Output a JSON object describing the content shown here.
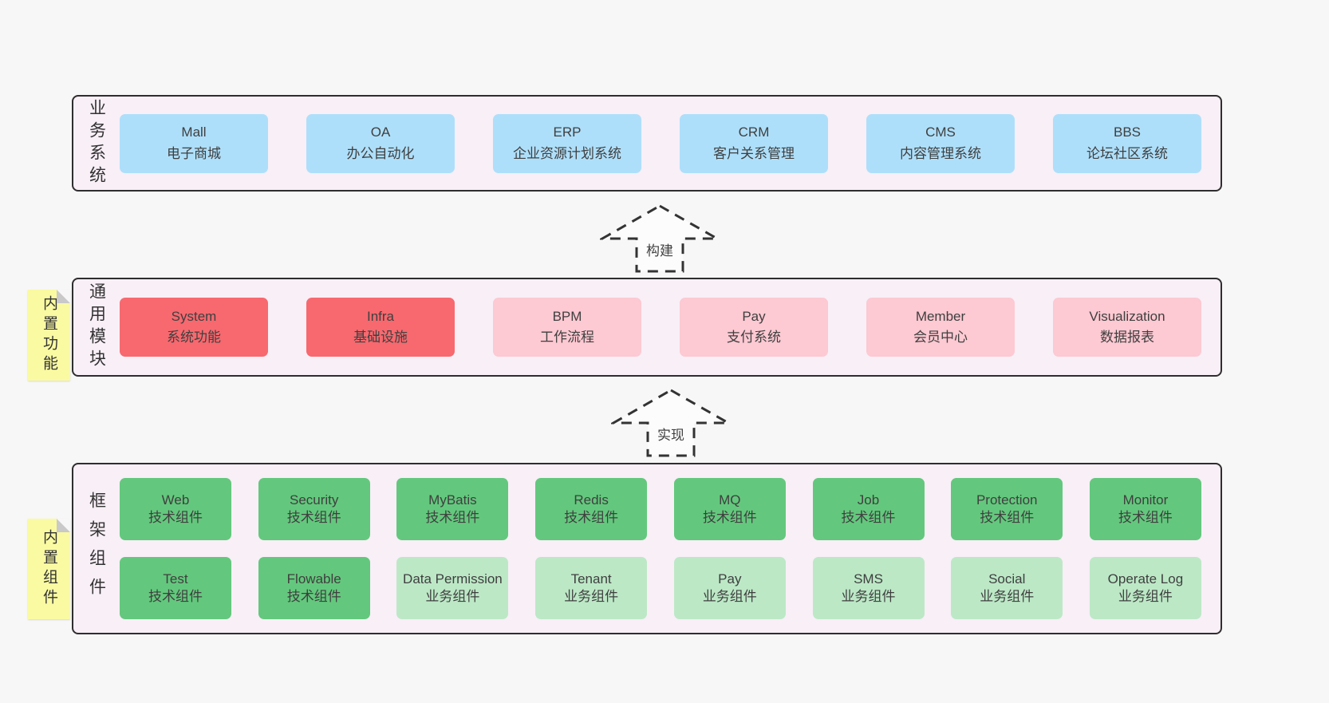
{
  "colors": {
    "page_bg": "#f7f7f7",
    "band_bg": "#f8eff7",
    "band_border": "#2e2e2e",
    "blue_box": "#aedffa",
    "red_box": "#f7696f",
    "pink_box": "#fdc9d2",
    "green_box": "#63c87d",
    "light_green_box": "#bce8c6",
    "sticky_yellow": "#fafaa2",
    "sticky_fold_gray": "#c9c9c9",
    "text": "#3f3f3f"
  },
  "arrows": [
    {
      "label": "构建"
    },
    {
      "label": "实现"
    }
  ],
  "stickies": [
    {
      "label": "内置功能"
    },
    {
      "label": "内置组件"
    }
  ],
  "bands": [
    {
      "label": "业务系统",
      "boxes": [
        {
          "en": "Mall",
          "zh": "电子商城"
        },
        {
          "en": "OA",
          "zh": "办公自动化"
        },
        {
          "en": "ERP",
          "zh": "企业资源计划系统"
        },
        {
          "en": "CRM",
          "zh": "客户关系管理"
        },
        {
          "en": "CMS",
          "zh": "内容管理系统"
        },
        {
          "en": "BBS",
          "zh": "论坛社区系统"
        }
      ]
    },
    {
      "label": "通用模块",
      "boxes": [
        {
          "en": "System",
          "zh": "系统功能"
        },
        {
          "en": "Infra",
          "zh": "基础设施"
        },
        {
          "en": "BPM",
          "zh": "工作流程"
        },
        {
          "en": "Pay",
          "zh": "支付系统"
        },
        {
          "en": "Member",
          "zh": "会员中心"
        },
        {
          "en": "Visualization",
          "zh": "数据报表"
        }
      ]
    },
    {
      "label": "框架组件",
      "rows": [
        [
          {
            "en": "Web",
            "zh": "技术组件"
          },
          {
            "en": "Security",
            "zh": "技术组件"
          },
          {
            "en": "MyBatis",
            "zh": "技术组件"
          },
          {
            "en": "Redis",
            "zh": "技术组件"
          },
          {
            "en": "MQ",
            "zh": "技术组件"
          },
          {
            "en": "Job",
            "zh": "技术组件"
          },
          {
            "en": "Protection",
            "zh": "技术组件"
          },
          {
            "en": "Monitor",
            "zh": "技术组件"
          }
        ],
        [
          {
            "en": "Test",
            "zh": "技术组件"
          },
          {
            "en": "Flowable",
            "zh": "技术组件"
          },
          {
            "en": "Data Permission",
            "zh": "业务组件"
          },
          {
            "en": "Tenant",
            "zh": "业务组件"
          },
          {
            "en": "Pay",
            "zh": "业务组件"
          },
          {
            "en": "SMS",
            "zh": "业务组件"
          },
          {
            "en": "Social",
            "zh": "业务组件"
          },
          {
            "en": "Operate Log",
            "zh": "业务组件"
          }
        ]
      ]
    }
  ]
}
